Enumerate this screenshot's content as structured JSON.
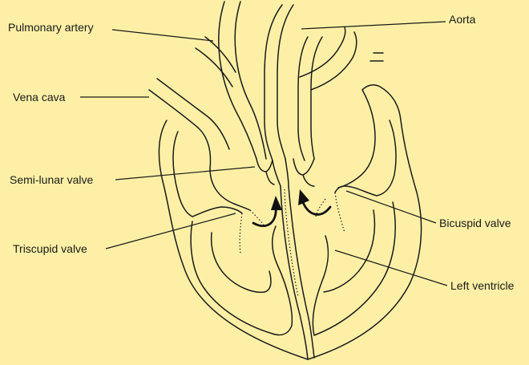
{
  "labels": {
    "pulmonary_artery": "Pulmonary artery",
    "aorta": "Aorta",
    "vena_cava": "Vena cava",
    "semi_lunar_valve": "Semi-lunar valve",
    "bicuspid_valve": "Bicuspid valve",
    "triscupid_valve": "Triscupid valve",
    "left_ventricle": "Left ventricle"
  },
  "colors": {
    "background": "#fdf0a6",
    "ink": "#1a1a1a"
  }
}
